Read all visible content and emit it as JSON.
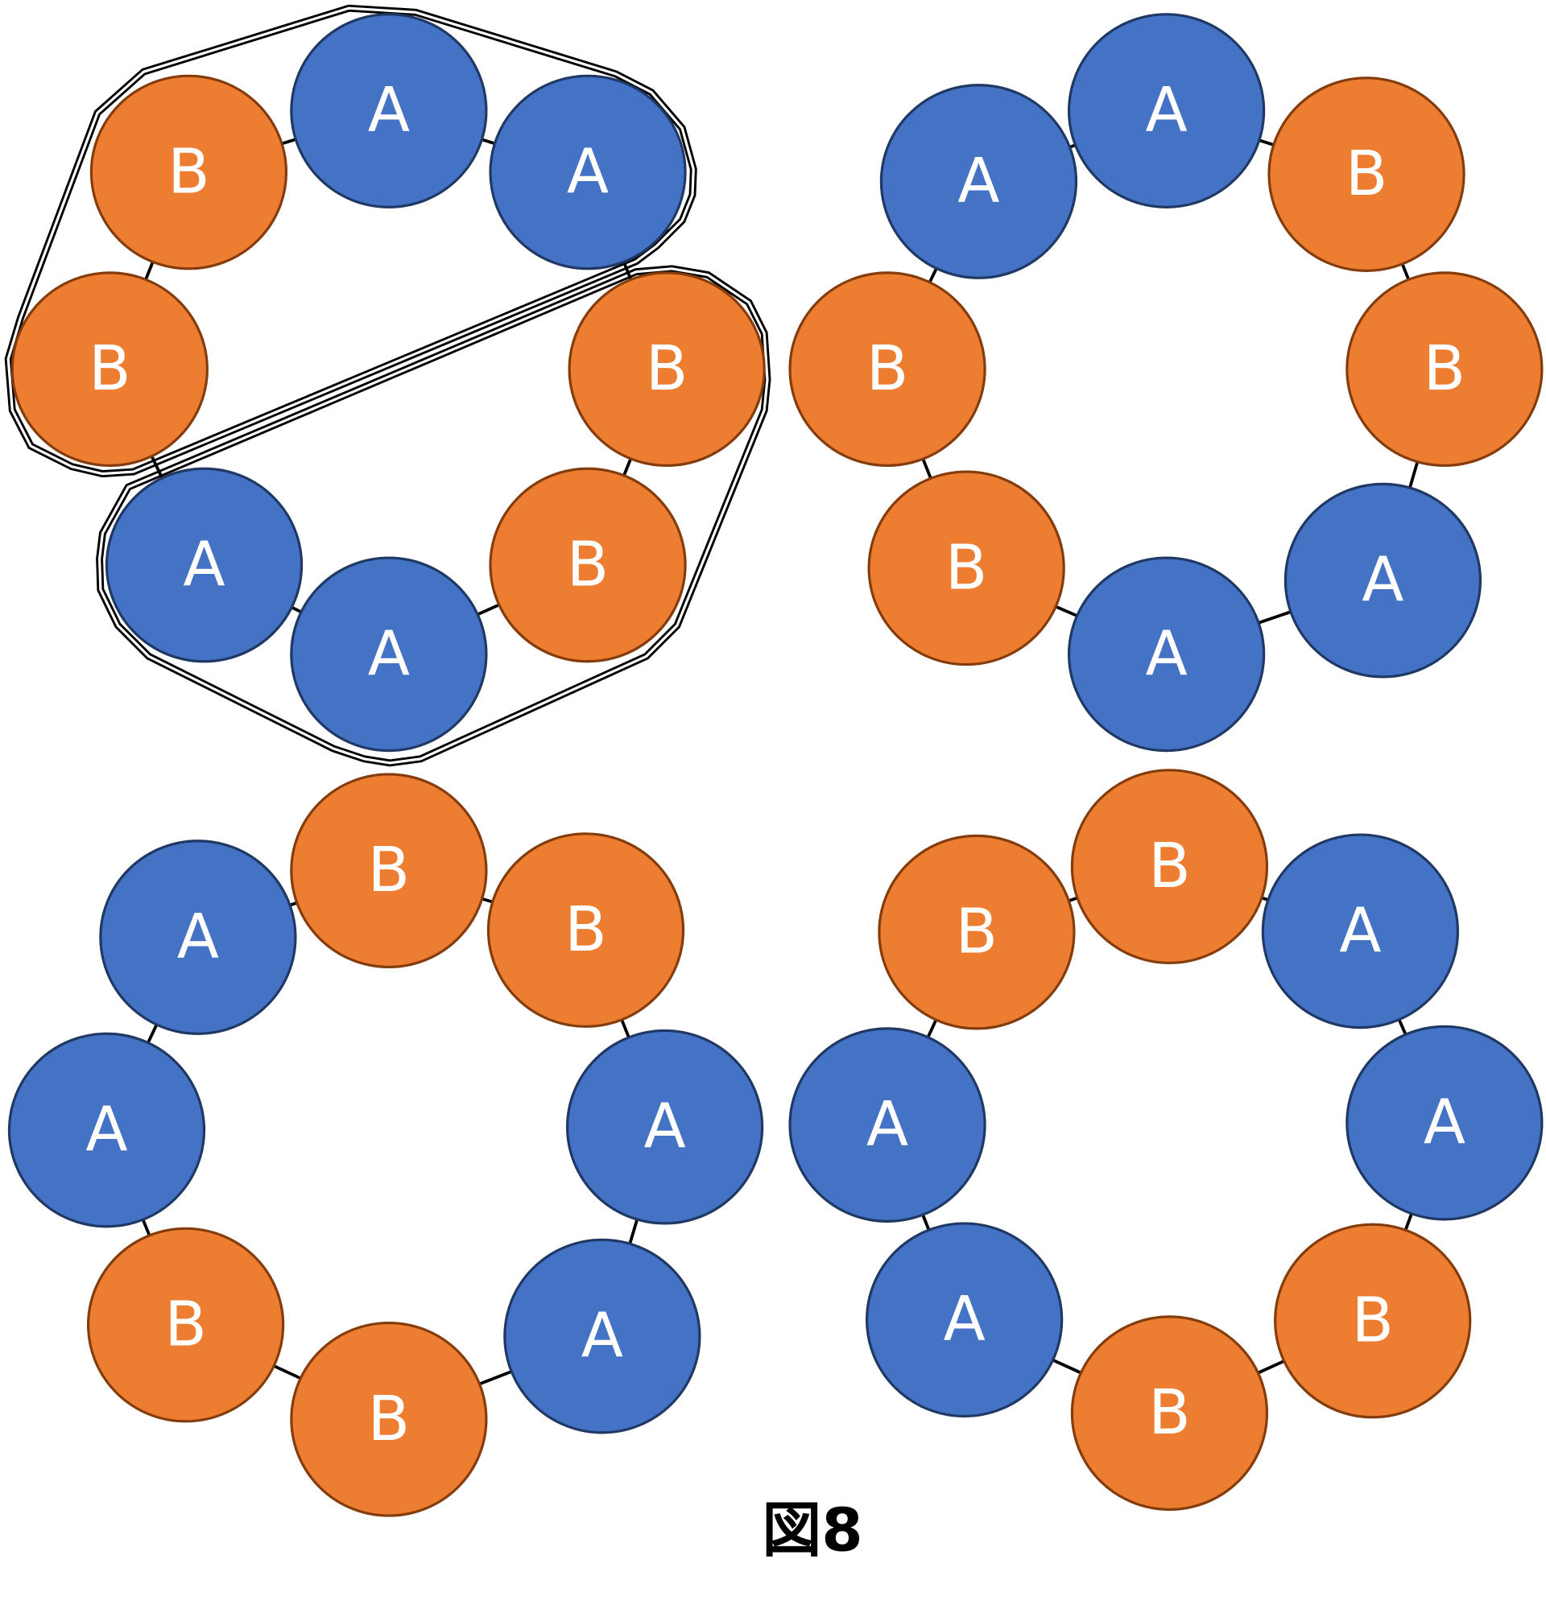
{
  "caption": "図8",
  "colors": {
    "A": "#4472c4",
    "A_stroke": "#1f3864",
    "B": "#ed7d31",
    "B_stroke": "#843c0c"
  },
  "rings": [
    {
      "name": "top-left",
      "nodes": [
        "B",
        "A",
        "A",
        "B",
        "B",
        "A",
        "A",
        "B"
      ],
      "groups": [
        [
          "B",
          "A",
          "A",
          "B"
        ],
        [
          "B",
          "B",
          "A",
          "A"
        ]
      ]
    },
    {
      "name": "top-right",
      "nodes": [
        "A",
        "A",
        "B",
        "B",
        "A",
        "A",
        "B",
        "B"
      ]
    },
    {
      "name": "bottom-left",
      "nodes": [
        "A",
        "B",
        "B",
        "A",
        "A",
        "B",
        "B",
        "A"
      ]
    },
    {
      "name": "bottom-right",
      "nodes": [
        "B",
        "B",
        "A",
        "A",
        "B",
        "B",
        "A",
        "A"
      ]
    }
  ]
}
